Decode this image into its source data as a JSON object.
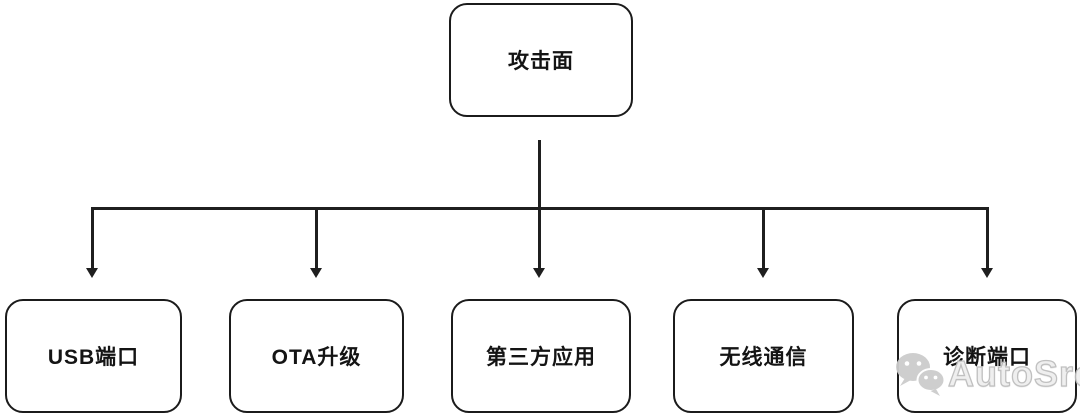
{
  "diagram": {
    "type": "tree",
    "root": {
      "label": "攻击面"
    },
    "children": [
      {
        "label": "USB端口"
      },
      {
        "label": "OTA升级"
      },
      {
        "label": "第三方应用"
      },
      {
        "label": "无线通信"
      },
      {
        "label": "诊断端口"
      }
    ],
    "edges": [
      [
        "攻击面",
        "USB端口"
      ],
      [
        "攻击面",
        "OTA升级"
      ],
      [
        "攻击面",
        "第三方应用"
      ],
      [
        "攻击面",
        "无线通信"
      ],
      [
        "攻击面",
        "诊断端口"
      ]
    ]
  },
  "watermark": {
    "text": "AutoSrc",
    "icon": "wechat-icon",
    "color": "#c9c9c9"
  },
  "colors": {
    "background": "#ffffff",
    "line": "#1f1f1f",
    "box_border": "#1b1b1b",
    "box_fill": "#ffffff",
    "label_text": "#141414"
  }
}
